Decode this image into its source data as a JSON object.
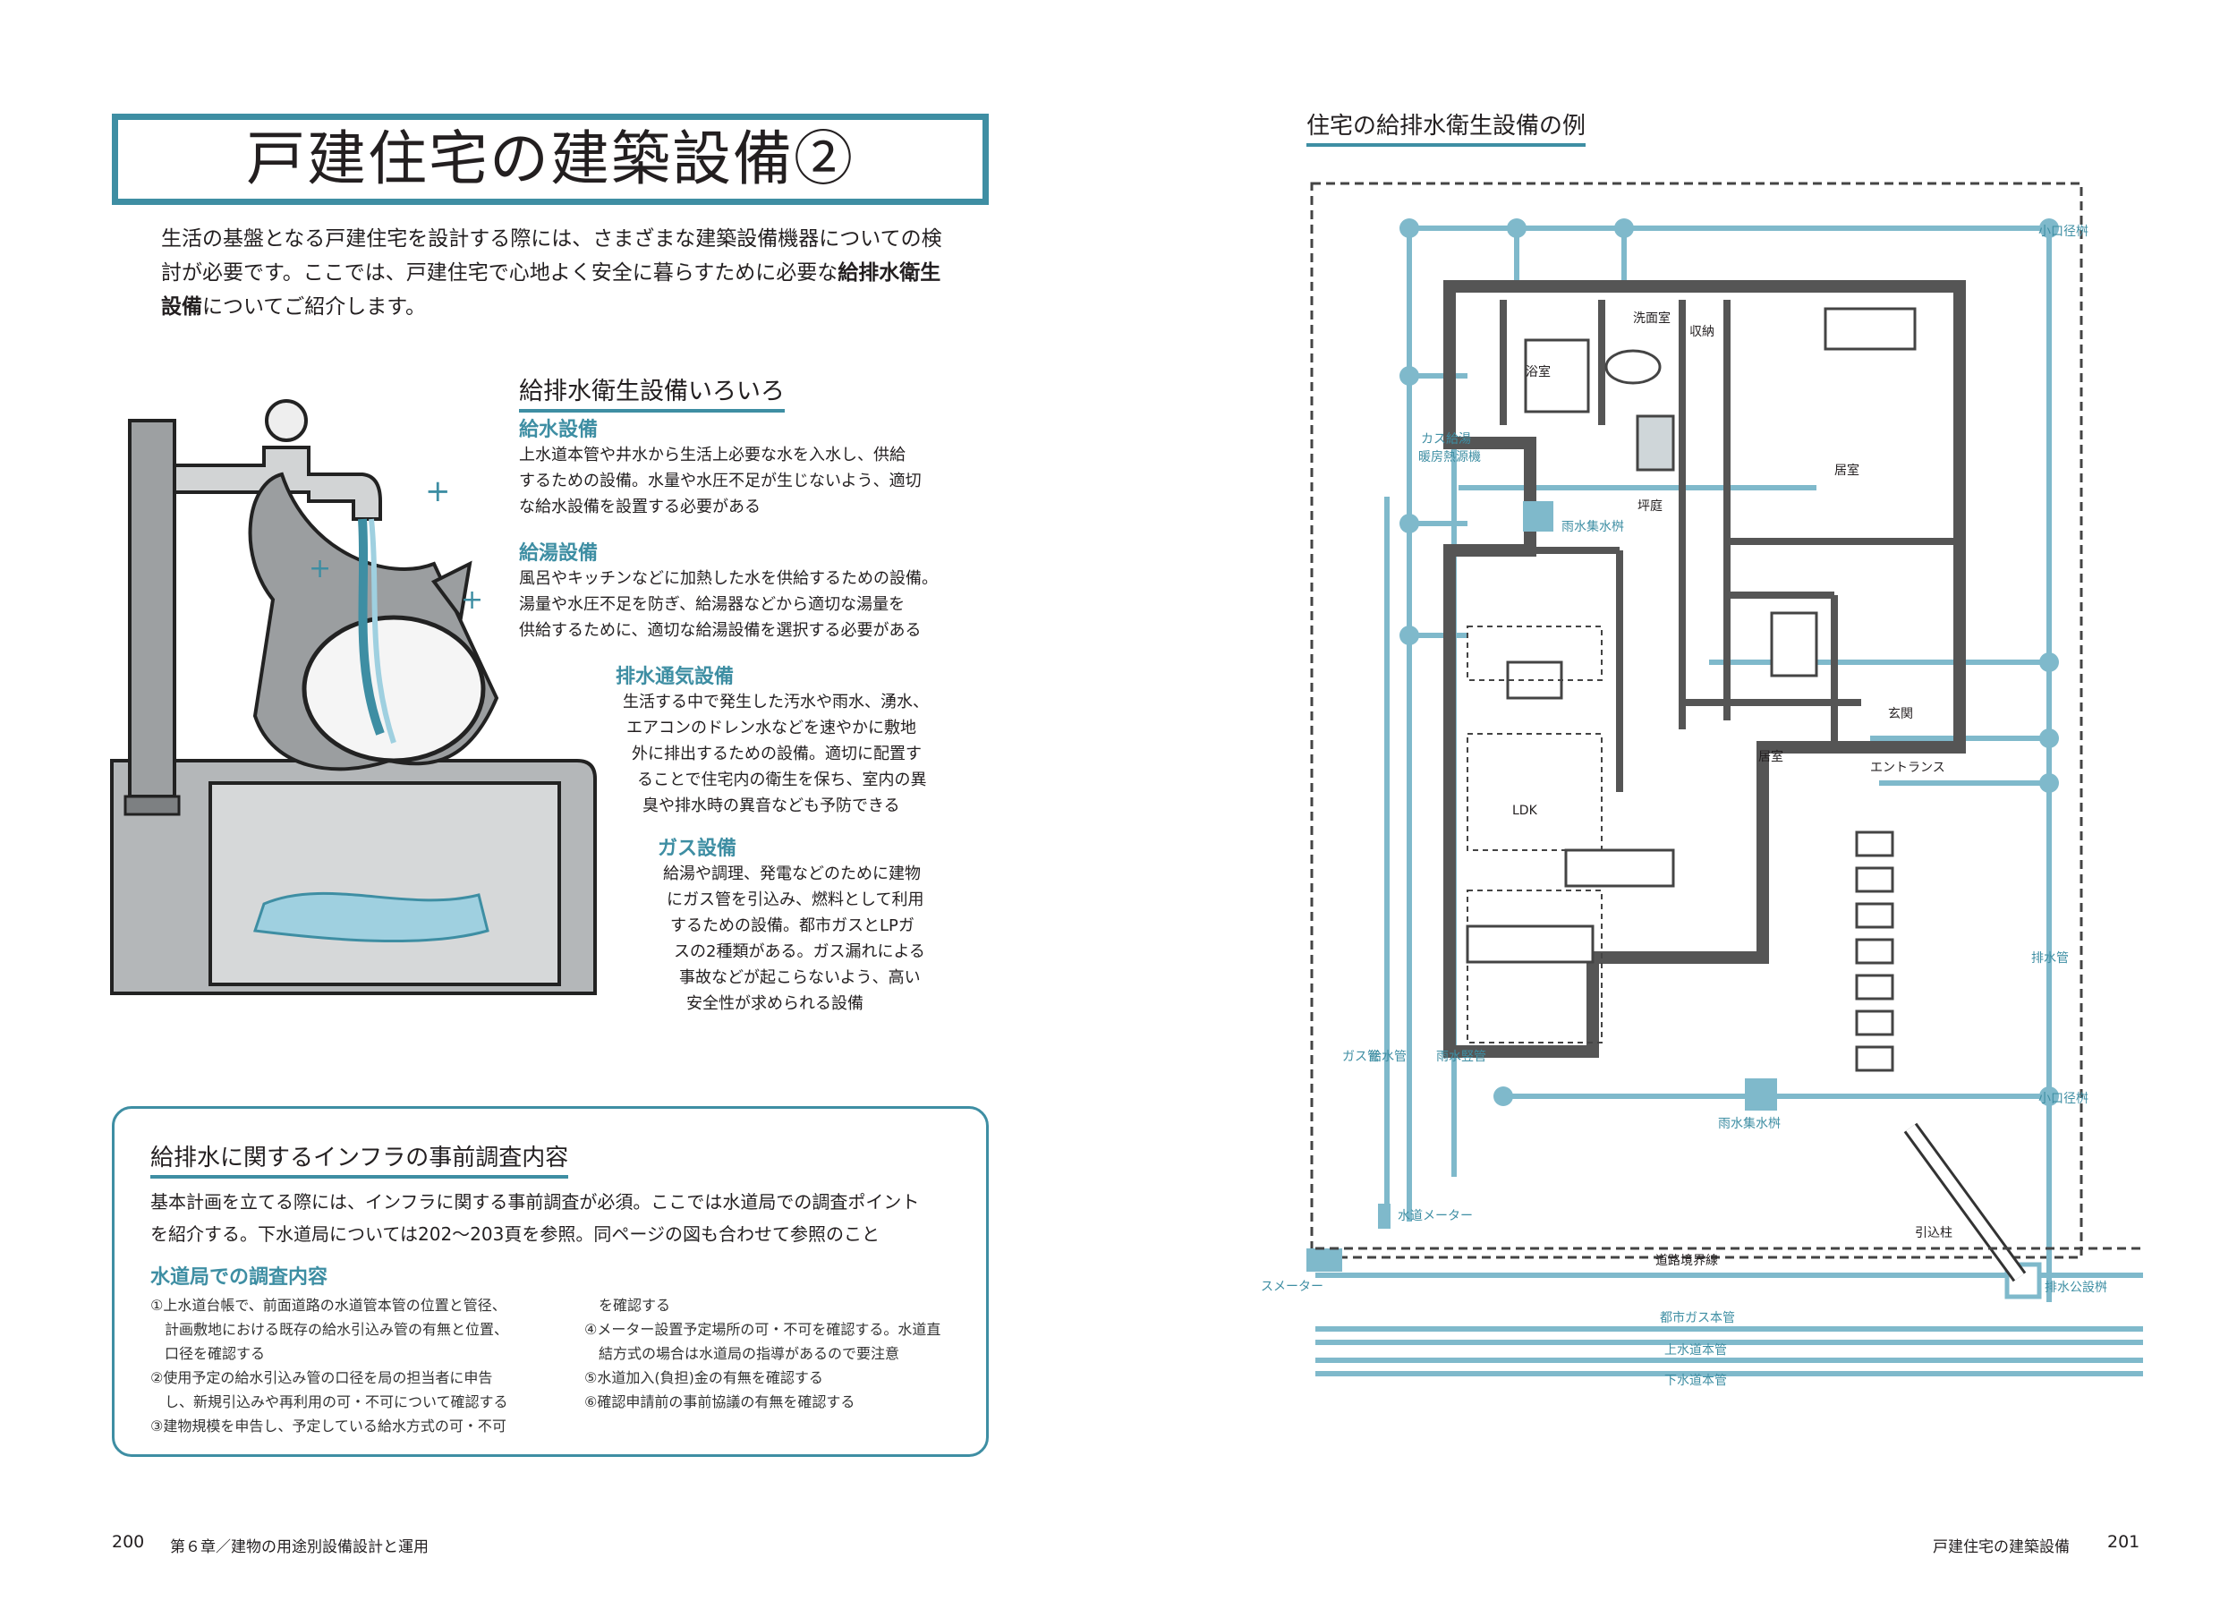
{
  "left": {
    "title": "戸建住宅の建築設備②",
    "intro_1": "生活の基盤となる戸建住宅を設計する際には、さまざまな建築設備機器についての検",
    "intro_2": "討が必要です。ここでは、戸建住宅で心地よく安全に暮らすために必要な",
    "intro_bold": "給排水衛生",
    "intro_3_bold": "設備",
    "intro_3": "についてご紹介します。",
    "section_title": "給排水衛生設備いろいろ",
    "items": [
      {
        "heading": "給水設備",
        "lines": [
          "上水道本管や井水から生活上必要な水を入水し、供給",
          "するための設備。水量や水圧不足が生じないよう、適切",
          "な給水設備を設置する必要がある"
        ]
      },
      {
        "heading": "給湯設備",
        "lines": [
          "風呂やキッチンなどに加熱した水を供給するための設備。",
          "湯量や水圧不足を防ぎ、給湯器などから適切な湯量を",
          "供給するために、適切な給湯設備を選択する必要がある"
        ]
      },
      {
        "heading": "排水通気設備",
        "lines": [
          "生活する中で発生した汚水や雨水、湧水、",
          "エアコンのドレン水などを速やかに敷地",
          "外に排出するための設備。適切に配置す",
          "ることで住宅内の衛生を保ち、室内の異",
          "臭や排水時の異音なども予防できる"
        ]
      },
      {
        "heading": "ガス設備",
        "lines": [
          "給湯や調理、発電などのために建物",
          "にガス管を引込み、燃料として利用",
          "するための設備。都市ガスとLPガ",
          "スの2種類がある。ガス漏れによる",
          "事故などが起こらないよう、高い",
          "安全性が求められる設備"
        ]
      }
    ],
    "box": {
      "title": "給排水に関するインフラの事前調査内容",
      "text_1": "基本計画を立てる際には、インフラに関する事前調査が必須。ここでは水道局での調査ポイント",
      "text_2": "を紹介する。下水道局については202～203頁を参照。同ページの図も合わせて参照のこと",
      "subheading": "水道局での調査内容",
      "col1": [
        "①上水道台帳で、前面道路の水道管本管の位置と管径、",
        "　計画敷地における既存の給水引込み管の有無と位置、",
        "　口径を確認する",
        "②使用予定の給水引込み管の口径を局の担当者に申告",
        "　し、新規引込みや再利用の可・不可について確認する",
        "③建物規模を申告し、予定している給水方式の可・不可"
      ],
      "col2": [
        "　を確認する",
        "④メーター設置予定場所の可・不可を確認する。水道直",
        "　結方式の場合は水道局の指導があるので要注意",
        "⑤水道加入(負担)金の有無を確認する",
        "⑥確認申請前の事前協議の有無を確認する"
      ]
    },
    "page_number": "200",
    "chapter": "第６章／建物の用途別設備設計と運用"
  },
  "right": {
    "diagram_title": "住宅の給排水衛生設備の例",
    "labels": {
      "koguchi_top": "小口径桝",
      "koguchi_bottom": "小口径桝",
      "haisui_kan": "排水管",
      "senmen": "洗面室",
      "shuno": "収納",
      "yokushitsu": "浴室",
      "gas_kyuto": "カス給湯",
      "danbo": "暖房熱源機",
      "tsuboniwa": "坪庭",
      "usui_1": "雨水集水桝",
      "kyoshitsu_1": "居室",
      "ldk": "LDK",
      "kyoshitsu_2": "居室",
      "genkan": "玄関",
      "entrance": "エントランス",
      "gas_kan": "ガス管",
      "kyusui_kan": "給水管",
      "usui_tate": "雨水竪管",
      "usui_2": "雨水集水桝",
      "suido_meter": "水道メーター",
      "hikikomi": "引込柱",
      "doro": "道路境界線",
      "gas_meter": "ガスメーター",
      "toshi_gas": "都市ガス本管",
      "josui": "上水道本管",
      "gesui": "下水道本管",
      "haisui_kosetsu": "排水公設桝"
    },
    "chapter_title": "戸建住宅の建築設備",
    "page_number": "201"
  },
  "colors": {
    "accent": "#3e8ea3",
    "pipe": "#7fb9cb",
    "wall": "#555555"
  }
}
